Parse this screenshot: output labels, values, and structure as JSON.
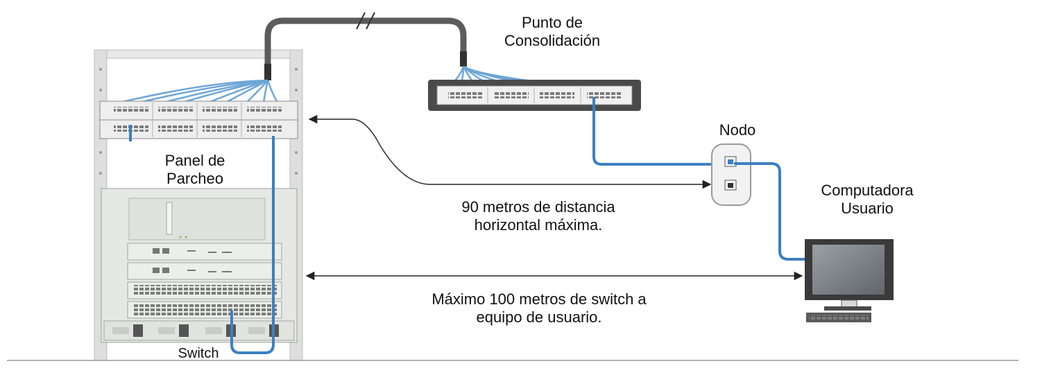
{
  "labels": {
    "consolidation_line1": "Punto de",
    "consolidation_line2": "Consolidación",
    "node": "Nodo",
    "patch_panel_line1": "Panel de",
    "patch_panel_line2": "Parcheo",
    "computer_line1": "Computadora",
    "computer_line2": "Usuario",
    "horizontal_line1": "90 metros de distancia",
    "horizontal_line2": "horizontal máxima.",
    "maximum_line1": "Máximo 100 metros de switch a",
    "maximum_line2": "equipo de usuario.",
    "switch": "Switch"
  },
  "colors": {
    "cable_blue": "#3d7fc1",
    "trunk_gray": "#5c5c5c",
    "rack_frame": "#dcdcdc",
    "equipment": "#e4e6e2",
    "arrow": "#222222"
  },
  "icons": [
    "rack",
    "patch-panel",
    "consolidation-point",
    "wall-outlet",
    "monitor",
    "keyboard",
    "switch-chassis"
  ]
}
